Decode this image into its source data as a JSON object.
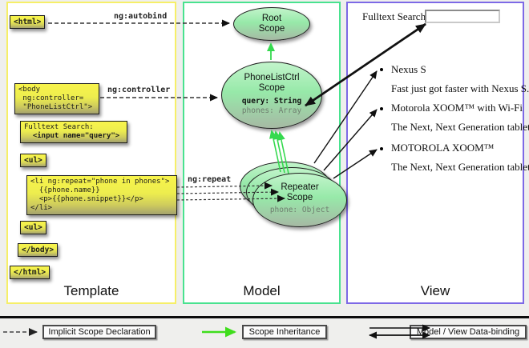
{
  "columns": {
    "template": {
      "label": "Template",
      "border_color": "#f6ef68"
    },
    "model": {
      "label": "Model",
      "border_color": "#49e28f"
    },
    "view": {
      "label": "View",
      "border_color": "#7d69e6"
    }
  },
  "template": {
    "html_open": "<html>",
    "body_open": "<body\n ng:controller=\n \"PhoneListCtrl\">",
    "fulltext_block": "Fulltext Search:",
    "fulltext_input_line": "<input name=\"query\">",
    "ul_open": "<ul>",
    "li_block": "<li ng:repeat=\"phone in phones\">\n  {{phone.name}}\n  <p>{{phone.snippet}}</p>\n</li>",
    "ul_close": "<ul>",
    "body_close": "</body>",
    "html_close": "</html>"
  },
  "arrow_labels": {
    "autobind": "ng:autobind",
    "controller": "ng:controller",
    "repeat": "ng:repeat"
  },
  "model": {
    "root_scope": {
      "title": "Root\nScope"
    },
    "phonelist_scope": {
      "title": "PhoneListCtrl\nScope",
      "prop_query": "query: String",
      "prop_phones": "phones: Array"
    },
    "repeater_scope": {
      "title": "Repeater\nScope",
      "prop_phone": "phone: Object"
    }
  },
  "view": {
    "search_label": "Fulltext Search:",
    "search_value": "",
    "items": [
      {
        "name": "Nexus S",
        "snippet": "Fast just got faster with Nexus S."
      },
      {
        "name": "Motorola XOOM™  with Wi-Fi",
        "snippet": "The Next, Next Generation tablet."
      },
      {
        "name": "MOTOROLA XOOM™",
        "snippet": "The Next, Next Generation tablet."
      }
    ]
  },
  "legend": {
    "implicit": "Implicit Scope Declaration",
    "inheritance": "Scope Inheritance",
    "binding": "Model / View Data-binding"
  },
  "colors": {
    "green_arrow": "#35d94f",
    "legend_green": "#3fdd1c",
    "box_yellow_top": "#f8f44b",
    "box_yellow_bottom": "#a4a26e",
    "ellipse_green_top": "#c2f4cb",
    "ellipse_green_bottom": "#a6b9a4"
  }
}
